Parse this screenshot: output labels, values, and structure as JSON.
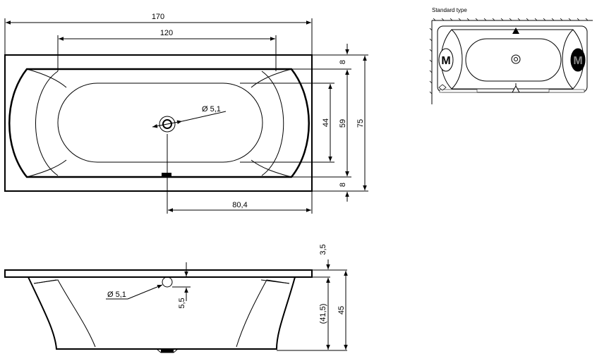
{
  "plan_view": {
    "dim_total_length": "170",
    "dim_inner_length": "120",
    "dim_drain_offset": "80,4",
    "dim_drain_diameter": "Ø 5,1",
    "dim_rim_top": "8",
    "dim_rim_bottom": "8",
    "dim_inner_width": "44",
    "dim_bowl_width": "59",
    "dim_total_width": "75"
  },
  "side_view": {
    "dim_rim_thickness": "3,5",
    "dim_overflow_depth": "5,5",
    "dim_overflow_diameter": "Ø 5,1",
    "dim_inner_depth": "(41,5)",
    "dim_total_height": "45"
  },
  "standard_type": {
    "title": "Standard type",
    "left_marker": "M",
    "right_marker": "M"
  }
}
